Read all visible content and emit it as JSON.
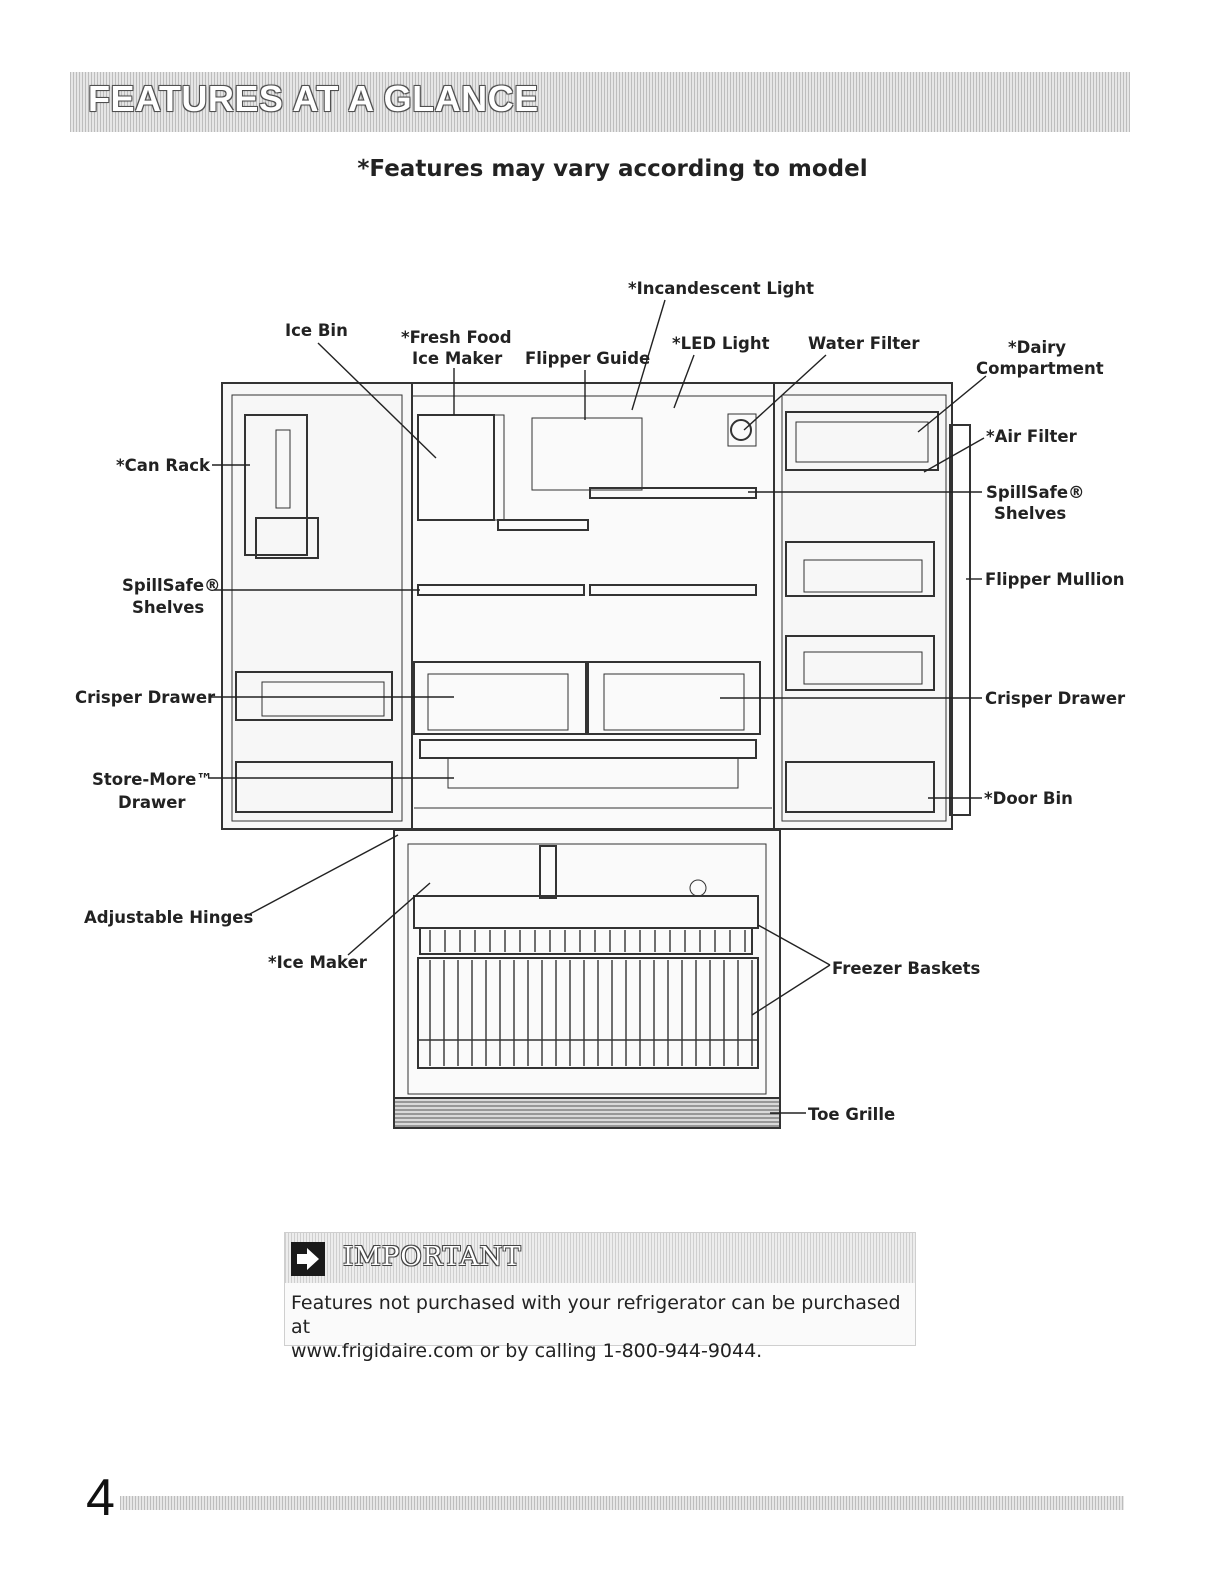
{
  "header": {
    "title": "FEATURES AT A GLANCE"
  },
  "subtitle": "*Features may vary according to model",
  "labels": {
    "incandescent_light": "*Incandescent Light",
    "ice_bin": "Ice Bin",
    "fresh_food_1": "*Fresh Food",
    "fresh_food_2": "Ice Maker",
    "flipper_guide": "Flipper Guide",
    "led_light": "*LED Light",
    "water_filter": "Water Filter",
    "dairy_1": "*Dairy",
    "dairy_2": "Compartment",
    "air_filter": "*Air Filter",
    "can_rack": "*Can Rack",
    "spillsafe_right_1": "SpillSafe®",
    "spillsafe_right_2": "Shelves",
    "spillsafe_left_1": "SpillSafe®",
    "spillsafe_left_2": "Shelves",
    "flipper_mullion": "Flipper Mullion",
    "crisper_left": "Crisper Drawer",
    "crisper_right": "Crisper Drawer",
    "store_more_1": "Store-More™",
    "store_more_2": "Drawer",
    "door_bin": "*Door Bin",
    "adjustable_hinges": "Adjustable Hinges",
    "ice_maker": "*Ice Maker",
    "freezer_baskets": "Freezer Baskets",
    "toe_grille": "Toe Grille"
  },
  "important": {
    "title": "IMPORTANT",
    "line1": "Features not purchased with your refrigerator can be purchased at",
    "line2": "www.frigidaire.com or by calling 1-800-944-9044."
  },
  "page_number": "4"
}
